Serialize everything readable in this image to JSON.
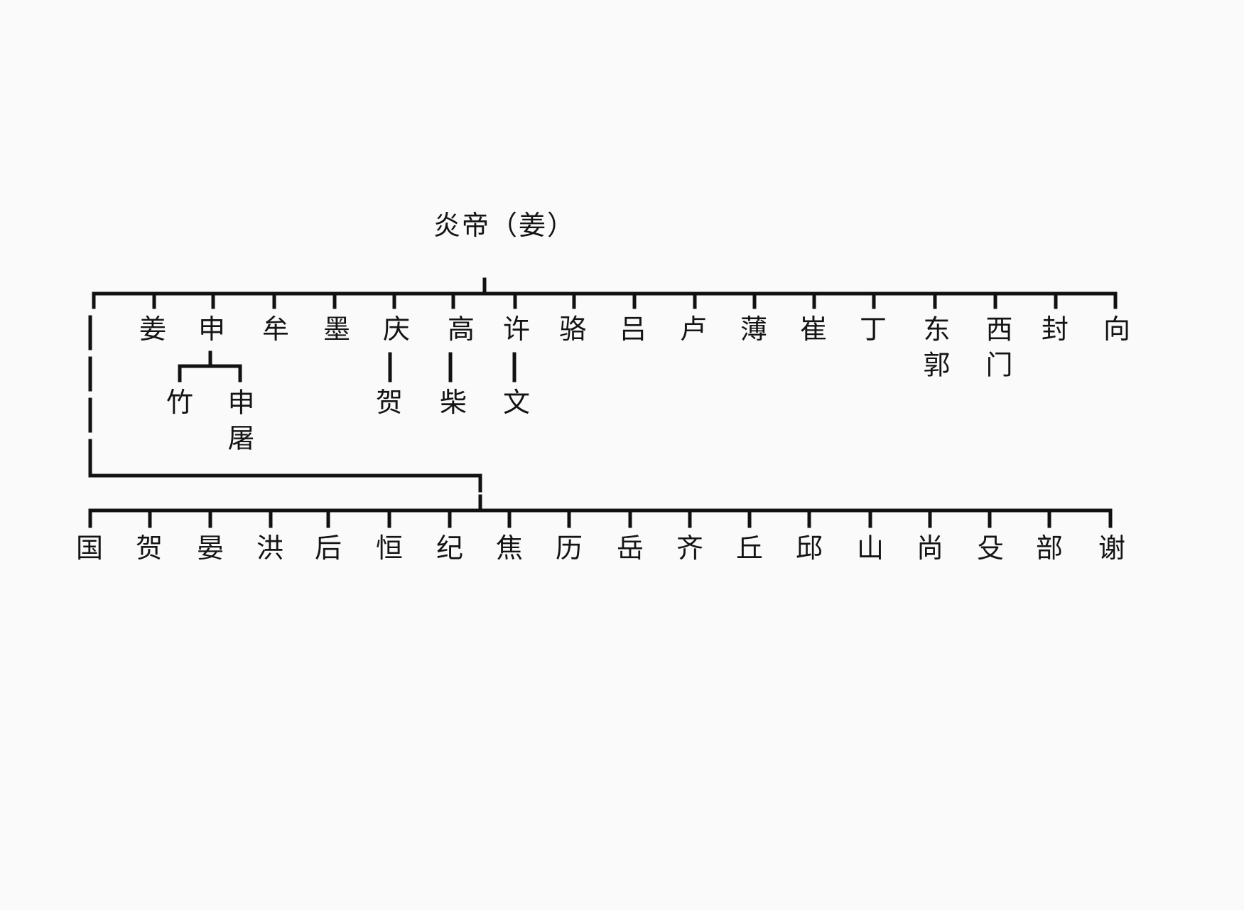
{
  "root": {
    "label": "炎帝（姜）"
  },
  "row1": {
    "items": [
      {
        "label": "姜"
      },
      {
        "label": "申",
        "children": [
          "竹",
          "申屠"
        ]
      },
      {
        "label": "牟"
      },
      {
        "label": "墨"
      },
      {
        "label": "庆",
        "children": [
          "贺"
        ]
      },
      {
        "label": "高",
        "children": [
          "柴"
        ]
      },
      {
        "label": "许",
        "children": [
          "文"
        ]
      },
      {
        "label": "骆"
      },
      {
        "label": "吕"
      },
      {
        "label": "卢"
      },
      {
        "label": "薄"
      },
      {
        "label": "崔"
      },
      {
        "label": "丁"
      },
      {
        "label": "东郭"
      },
      {
        "label": "西门"
      },
      {
        "label": "封"
      },
      {
        "label": "向"
      }
    ]
  },
  "row2": {
    "items": [
      "国",
      "贺",
      "晏",
      "洪",
      "后",
      "恒",
      "纪",
      "焦",
      "历",
      "岳",
      "齐",
      "丘",
      "邱",
      "山",
      "尚",
      "殳",
      "部",
      "谢"
    ]
  },
  "colors": {
    "line": "#111111",
    "text": "#141414",
    "background": "#fafafb"
  }
}
